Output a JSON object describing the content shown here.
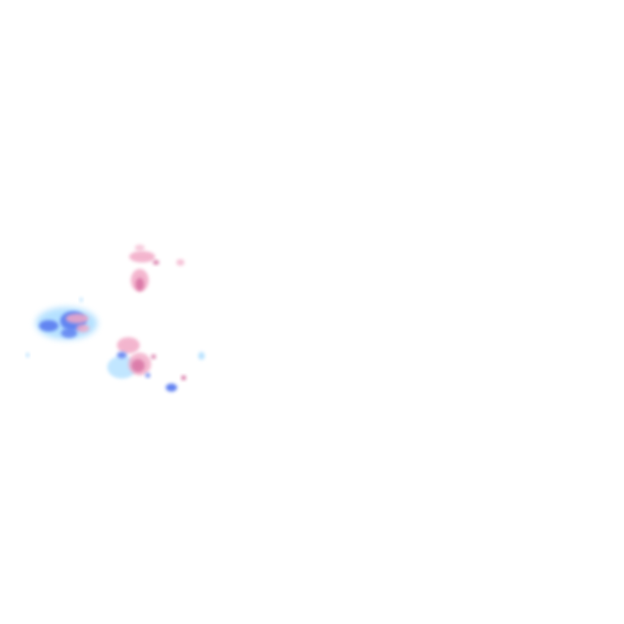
{
  "map": {
    "layer": "precipitation-radar",
    "palette": {
      "light_blue": "#a8dcff",
      "blue": "#5a7cf0",
      "pink": "#f2a9c6",
      "magenta": "#d46a9e"
    },
    "cells": [
      {
        "kind": "light_blue",
        "shape": "storm-cell-west-halo"
      },
      {
        "kind": "blue",
        "shape": "storm-cell-west-core"
      },
      {
        "kind": "pink",
        "shape": "storm-cell-west-pink"
      },
      {
        "kind": "pink",
        "shape": "north-cell"
      },
      {
        "kind": "magenta",
        "shape": "north-cell-core"
      },
      {
        "kind": "pink",
        "shape": "north-top-cell"
      },
      {
        "kind": "light_blue",
        "shape": "south-scatter-light"
      },
      {
        "kind": "pink",
        "shape": "south-cell"
      },
      {
        "kind": "magenta",
        "shape": "south-cell-core"
      },
      {
        "kind": "blue",
        "shape": "south-small-blue"
      },
      {
        "kind": "blue",
        "shape": "southeast-blob"
      },
      {
        "kind": "magenta",
        "shape": "southeast-dot"
      },
      {
        "kind": "light_blue",
        "shape": "east-fleck"
      }
    ]
  }
}
